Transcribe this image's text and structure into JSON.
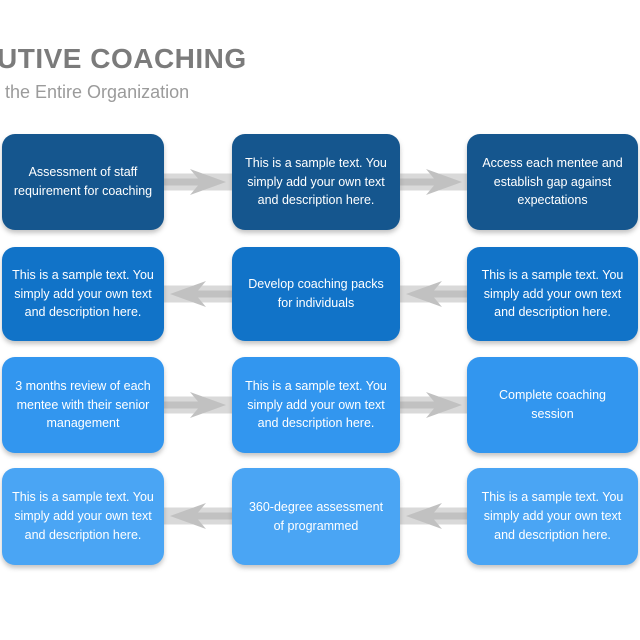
{
  "header": {
    "title": "UTIVE COACHING",
    "subtitle": "the Entire Organization"
  },
  "colors": {
    "row1_box": "#15568E",
    "row2_box": "#1173C8",
    "row3_box": "#3296EF",
    "row4_box": "#4AA5F4",
    "arrow_band": "#D9D9D9",
    "arrow_glyph": "#C1C1C1",
    "title_text": "#7B7B7B",
    "subtitle_text": "#9B9B9B",
    "box_text": "#FFFFFF",
    "background": "#FFFFFF"
  },
  "icons": {
    "right_arrow": "right-arrow-icon",
    "left_arrow": "left-arrow-icon"
  },
  "diagram": {
    "rows": [
      {
        "direction": "right",
        "boxes": [
          {
            "text": "Assessment of staff requirement for coaching"
          },
          {
            "text": "This is a sample text. You simply add your own text and description here."
          },
          {
            "text": "Access each mentee and establish gap against expectations"
          }
        ]
      },
      {
        "direction": "left",
        "boxes": [
          {
            "text": "This is a sample text. You simply add your own text and description here."
          },
          {
            "text": "Develop coaching packs for individuals"
          },
          {
            "text": "This is a sample text. You simply add your own text and description here."
          }
        ]
      },
      {
        "direction": "right",
        "boxes": [
          {
            "text": "3 months review of each mentee with their senior management"
          },
          {
            "text": "This is a sample text. You simply add your own text and description here."
          },
          {
            "text": "Complete coaching session"
          }
        ]
      },
      {
        "direction": "left",
        "boxes": [
          {
            "text": "This is a sample text. You simply add your own text and description here."
          },
          {
            "text": "360-degree assessment of programmed"
          },
          {
            "text": "This is a sample text. You simply add your own text and description here."
          }
        ]
      }
    ]
  }
}
